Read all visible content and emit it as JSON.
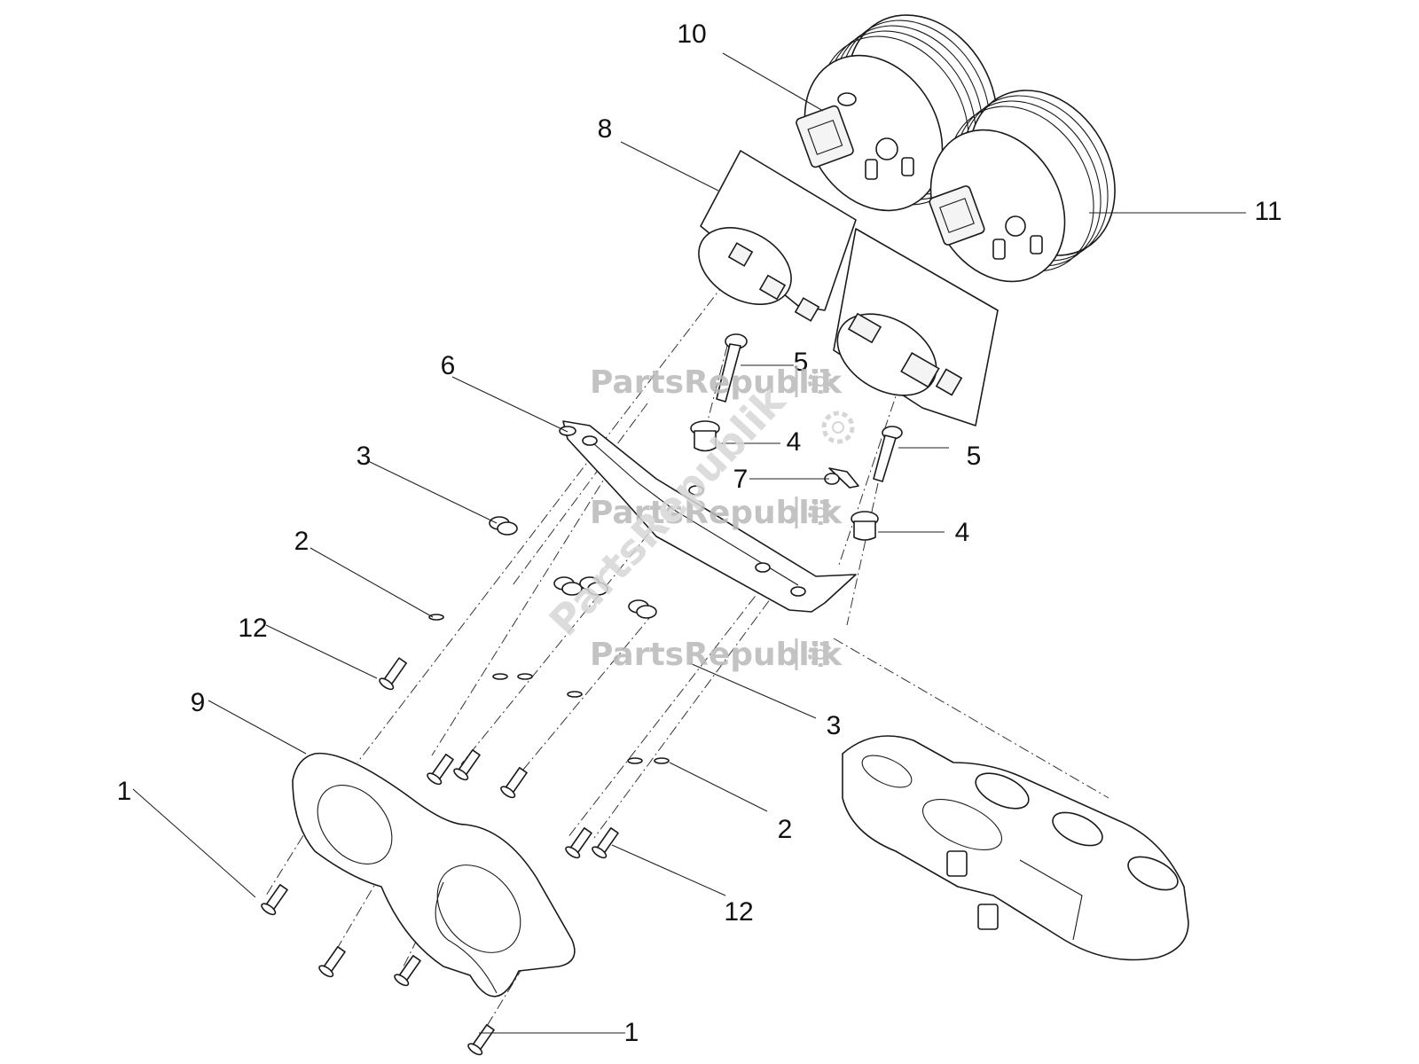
{
  "watermark": {
    "brand_text": "PartsRepublik"
  },
  "callouts": {
    "c1a": "1",
    "c1b": "1",
    "c2a": "2",
    "c2b": "2",
    "c3a": "3",
    "c3b": "3",
    "c4a": "4",
    "c4b": "4",
    "c5a": "5",
    "c5b": "5",
    "c6": "6",
    "c7": "7",
    "c8": "8",
    "c9": "9",
    "c10": "10",
    "c11": "11",
    "c12a": "12",
    "c12b": "12"
  },
  "colors": {
    "line": "#1a1a1a",
    "watermark": "#b9b9b9",
    "background": "#ffffff"
  }
}
